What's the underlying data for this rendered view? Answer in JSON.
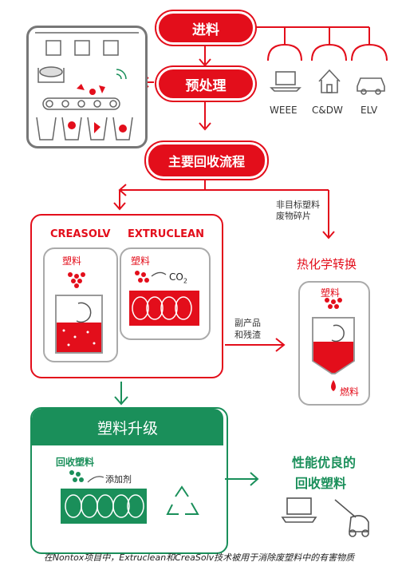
{
  "nodes": {
    "input": "进料",
    "preprocess": "预处理",
    "main_recycling": "主要回收流程",
    "plastic_upgrade": "塑料升级"
  },
  "sources": [
    "WEEE",
    "C&DW",
    "ELV"
  ],
  "processes": {
    "creasolv": "CREASOLV",
    "extruclean": "EXTRUCLEAN",
    "plastic_label_1": "塑料",
    "plastic_label_2": "塑料",
    "co2_base": "CO",
    "co2_sub": "2"
  },
  "side_labels": {
    "non_target": "非目标塑料",
    "non_target_2": "废物碎片",
    "byproduct": "副产品",
    "byproduct_2": "和残渣",
    "thermochemical": "热化学转换",
    "thermo_plastic": "塑料",
    "fuel": "燃料"
  },
  "upgrade": {
    "recycled_plastic": "回收塑料",
    "additive": "添加剂"
  },
  "result": {
    "line1": "性能优良的",
    "line2": "回收塑料"
  },
  "caption": "在Nontox项目中，Extruclean和CreaSolv技术被用于消除废塑料中的有害物质",
  "colors": {
    "red": "#e30e1b",
    "green": "#1a8f5a",
    "gray": "#8a8a8a"
  }
}
